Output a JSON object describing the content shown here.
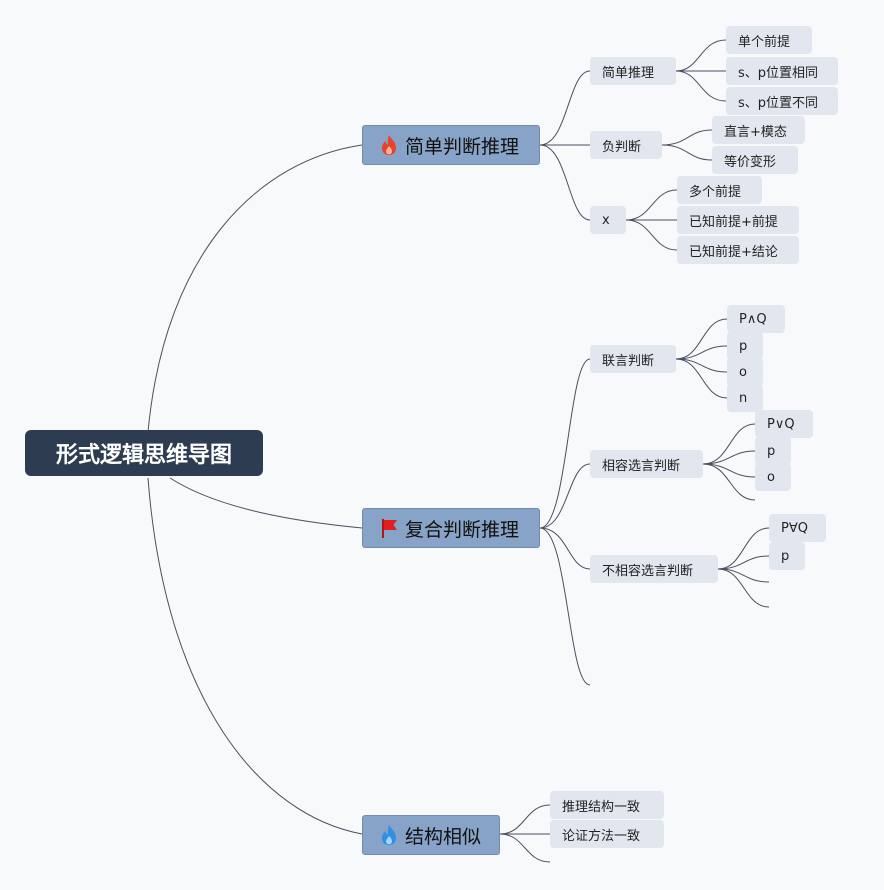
{
  "root": {
    "label": "形式逻辑思维导图"
  },
  "branches": [
    {
      "label": "简单判断推理",
      "icon": "fire-red-icon",
      "children": [
        {
          "label": "简单推理",
          "children": [
            "单个前提",
            "s、p位置相同",
            "s、p位置不同"
          ]
        },
        {
          "label": "负判断",
          "children": [
            "直言+模态",
            "等价变形"
          ]
        },
        {
          "label": "x",
          "children": [
            "多个前提",
            "已知前提+前提",
            "已知前提+结论"
          ]
        }
      ]
    },
    {
      "label": "复合判断推理",
      "icon": "red-flag-icon",
      "children": [
        {
          "label": "联言判断",
          "children": [
            "P∧Q",
            "p",
            "o",
            "n"
          ]
        },
        {
          "label": "相容选言判断",
          "children": [
            "P∨Q",
            "p",
            "o"
          ]
        },
        {
          "label": "不相容选言判断",
          "children": [
            "P∀Q",
            "p"
          ]
        }
      ]
    },
    {
      "label": "结构相似",
      "icon": "fire-blue-icon",
      "children": [
        {
          "label": "推理结构一致"
        },
        {
          "label": "论证方法一致"
        }
      ]
    }
  ],
  "colors": {
    "root_bg": "#2e3c52",
    "main_bg": "#87a3c7",
    "sub_bg": "#e2e7ef",
    "line": "#4a5060",
    "fire_red": "#e8412c",
    "flag_red": "#e02020",
    "fire_blue": "#2f8fe0"
  }
}
